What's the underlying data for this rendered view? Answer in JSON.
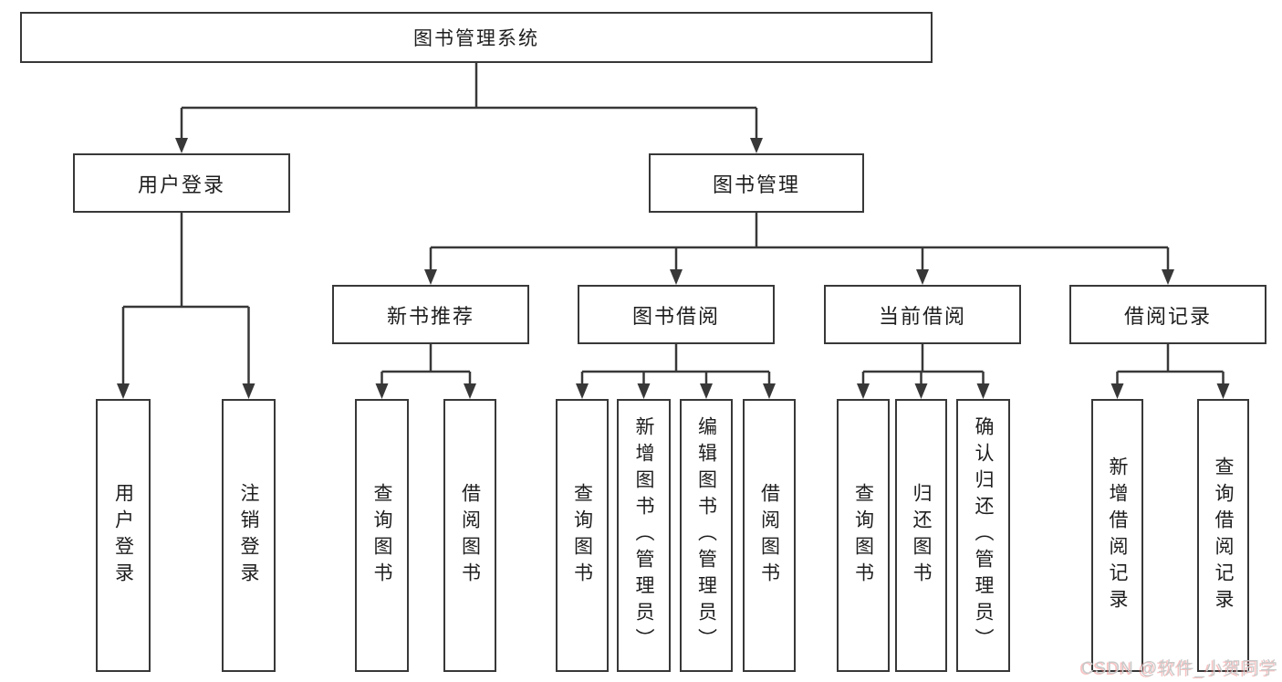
{
  "diagram_type": "hierarchy-tree",
  "tree": {
    "label": "图书管理系统",
    "children": [
      {
        "label": "用户登录",
        "children": [
          {
            "label": "用户登录"
          },
          {
            "label": "注销登录"
          }
        ]
      },
      {
        "label": "图书管理",
        "children": [
          {
            "label": "新书推荐",
            "children": [
              {
                "label": "查询图书"
              },
              {
                "label": "借阅图书"
              }
            ]
          },
          {
            "label": "图书借阅",
            "children": [
              {
                "label": "查询图书"
              },
              {
                "label": "新增图书（管理员）"
              },
              {
                "label": "编辑图书（管理员）"
              },
              {
                "label": "借阅图书"
              }
            ]
          },
          {
            "label": "当前借阅",
            "children": [
              {
                "label": "查询图书"
              },
              {
                "label": "归还图书"
              },
              {
                "label": "确认归还（管理员）"
              }
            ]
          },
          {
            "label": "借阅记录",
            "children": [
              {
                "label": "新增借阅记录"
              },
              {
                "label": "查询借阅记录"
              }
            ]
          }
        ]
      }
    ]
  },
  "watermark": {
    "text": "CSDN @软件_小贺同学"
  },
  "colors": {
    "line": "#383838",
    "box_border": "#383838",
    "text": "#1e1e1e",
    "background": "#ffffff",
    "watermark": "#c9c9c9"
  }
}
